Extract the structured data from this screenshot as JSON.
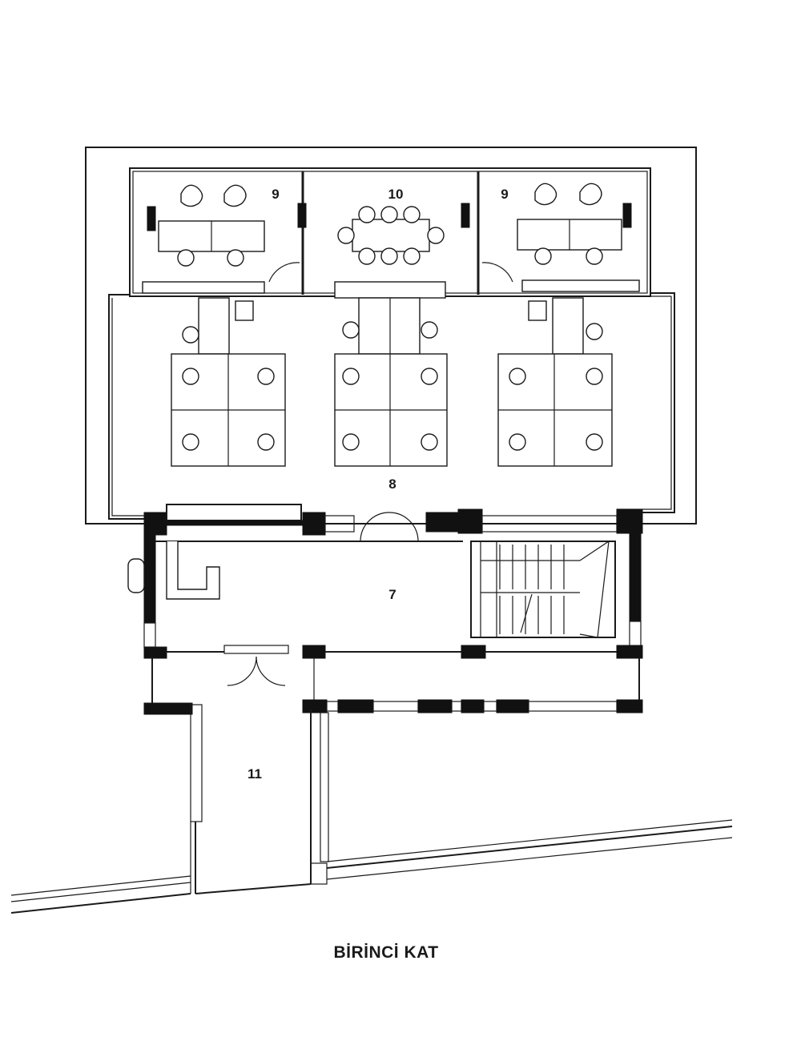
{
  "plan": {
    "caption": "BİRİNCİ KAT",
    "rooms": [
      {
        "id": "room-9-left",
        "label": "9"
      },
      {
        "id": "room-10",
        "label": "10"
      },
      {
        "id": "room-9-right",
        "label": "9"
      },
      {
        "id": "room-8",
        "label": "8"
      },
      {
        "id": "room-7",
        "label": "7"
      },
      {
        "id": "room-11",
        "label": "11"
      }
    ]
  }
}
